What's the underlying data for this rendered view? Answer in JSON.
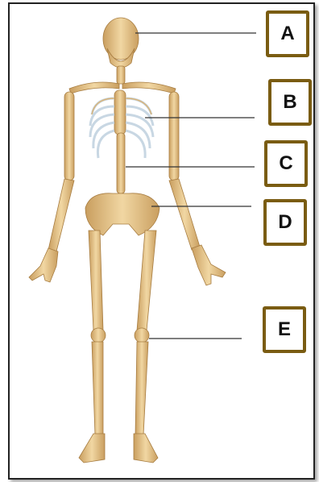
{
  "labels": [
    {
      "id": "A",
      "text": "A"
    },
    {
      "id": "B",
      "text": "B"
    },
    {
      "id": "C",
      "text": "C"
    },
    {
      "id": "D",
      "text": "D"
    },
    {
      "id": "E",
      "text": "E"
    }
  ],
  "colors": {
    "bone": "#e6c48a",
    "bone_shadow": "#b98c4c",
    "cartilage": "#c8d7e3",
    "box_border": "#7a5c12",
    "leader_line": "#333333"
  }
}
